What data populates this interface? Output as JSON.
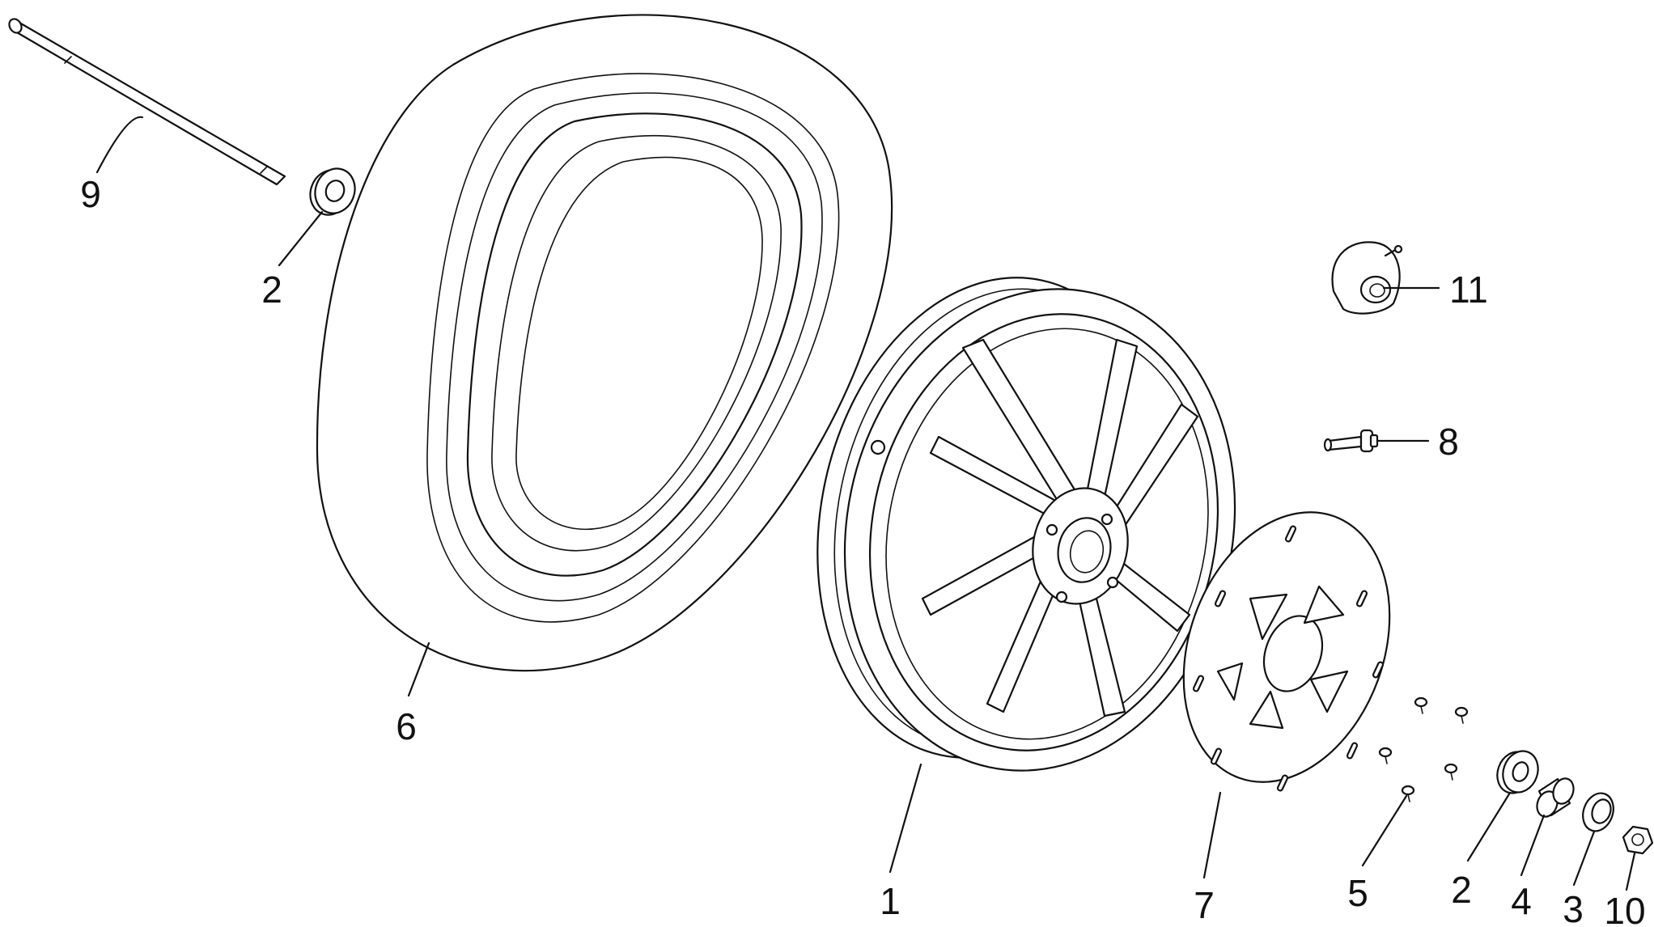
{
  "callouts": {
    "rim": "1",
    "bearing_left": "2",
    "bearing_right": "2",
    "washer": "3",
    "spacer": "4",
    "screws": "5",
    "tire": "6",
    "brake_disc": "7",
    "valve": "8",
    "axle": "9",
    "nut": "10",
    "speedometer_drive": "11"
  },
  "colors": {
    "line": "#111111",
    "background": "#ffffff"
  }
}
